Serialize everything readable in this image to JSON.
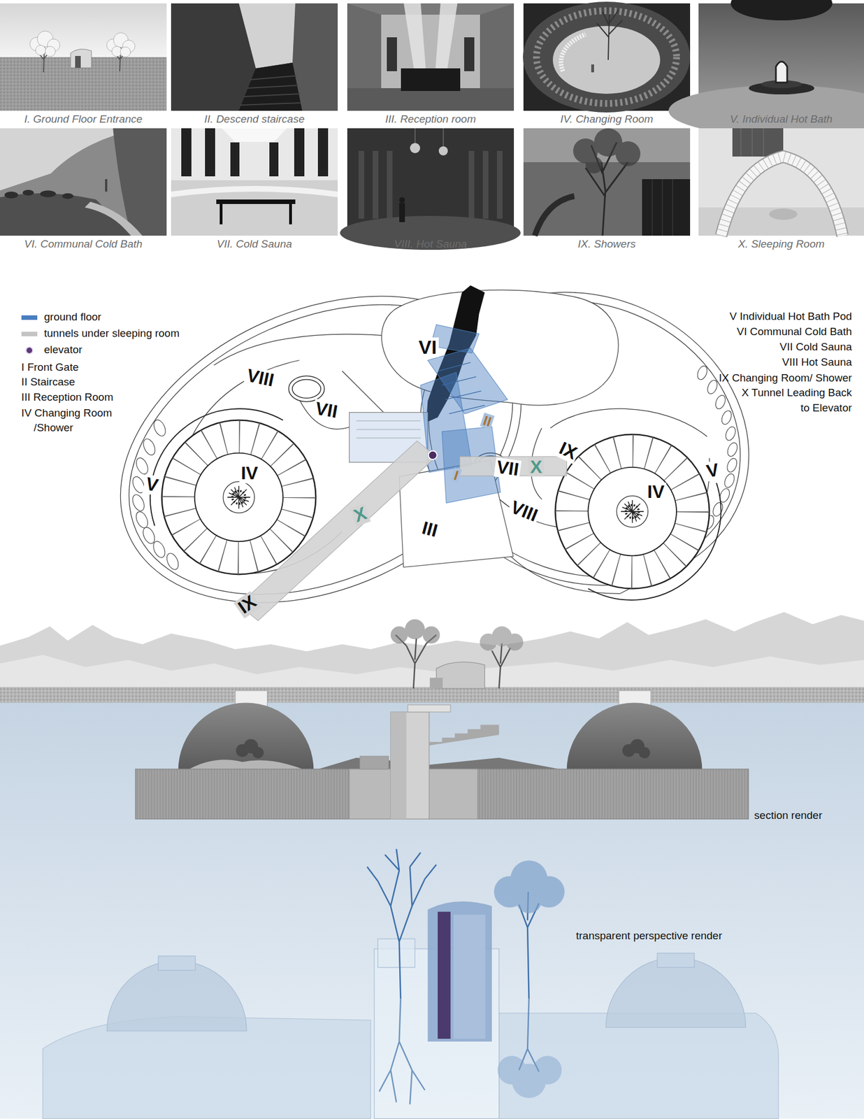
{
  "diagram": {
    "nodes": [
      {
        "text": [
          "I. Ground Floor Entrance"
        ]
      },
      {
        "text": [
          "II. Descend staircase"
        ]
      },
      {
        "text": [
          "III. Reception room"
        ]
      },
      {
        "text": [
          "IV. Changing Room"
        ]
      },
      {
        "text": [
          "V. Individual Hot Bath"
        ]
      },
      {
        "text": [
          "VI. Communal Cold Bath"
        ]
      },
      {
        "text": [
          "VII. Cold Sauna"
        ]
      },
      {
        "text": [
          "VIII. Hot Sauna"
        ]
      },
      {
        "text": [
          "IX. Showers"
        ]
      },
      {
        "text": [
          "X. Sleeping Room"
        ]
      }
    ],
    "labels": [
      "VI",
      "VIII",
      "VII",
      "II",
      "IX",
      "X",
      "VII",
      "I",
      "IV",
      "V",
      "V",
      "IV",
      "VIII",
      "X",
      "III",
      "IX",
      "I Front Gate",
      "II Staircase",
      "III Reception Room",
      "IV Changing Room /Shower",
      "V Individual Hot Bath Pod",
      "VI Communal Cold Bath",
      "VII Cold Sauna",
      "VIII Hot Sauna",
      "IX Changing Room/ Shower",
      "X Tunnel Leading Back to Elevator",
      "section render",
      "transparent perspective render"
    ],
    "legend": [
      {
        "text": "ground floor",
        "color": "#4a7ebf"
      },
      {
        "text": "tunnels under sleeping room",
        "color": "#c4c4c4"
      },
      {
        "text": "elevator",
        "color": "#5b3a78"
      }
    ]
  }
}
